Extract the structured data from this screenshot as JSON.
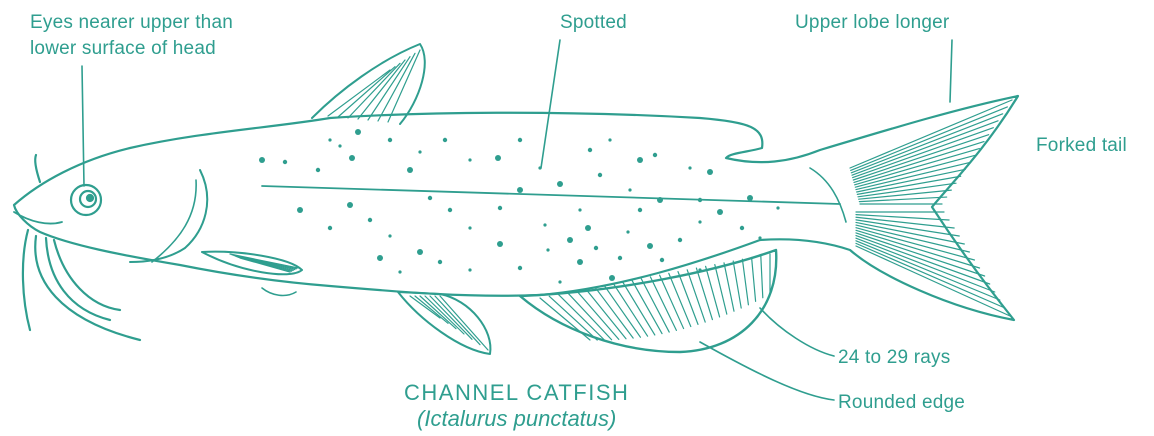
{
  "labels": {
    "eyes_line1": "Eyes nearer upper than",
    "eyes_line2": "lower surface of head",
    "spotted": "Spotted",
    "upper_lobe": "Upper lobe longer",
    "forked_tail": "Forked tail",
    "rays": "24 to 29 rays",
    "rounded_edge": "Rounded edge"
  },
  "caption": {
    "common_name": "CHANNEL CATFISH",
    "scientific_name": "(Ictalurus punctatus)"
  },
  "colors": {
    "ink": "#2f9e8f",
    "background": "#ffffff"
  }
}
